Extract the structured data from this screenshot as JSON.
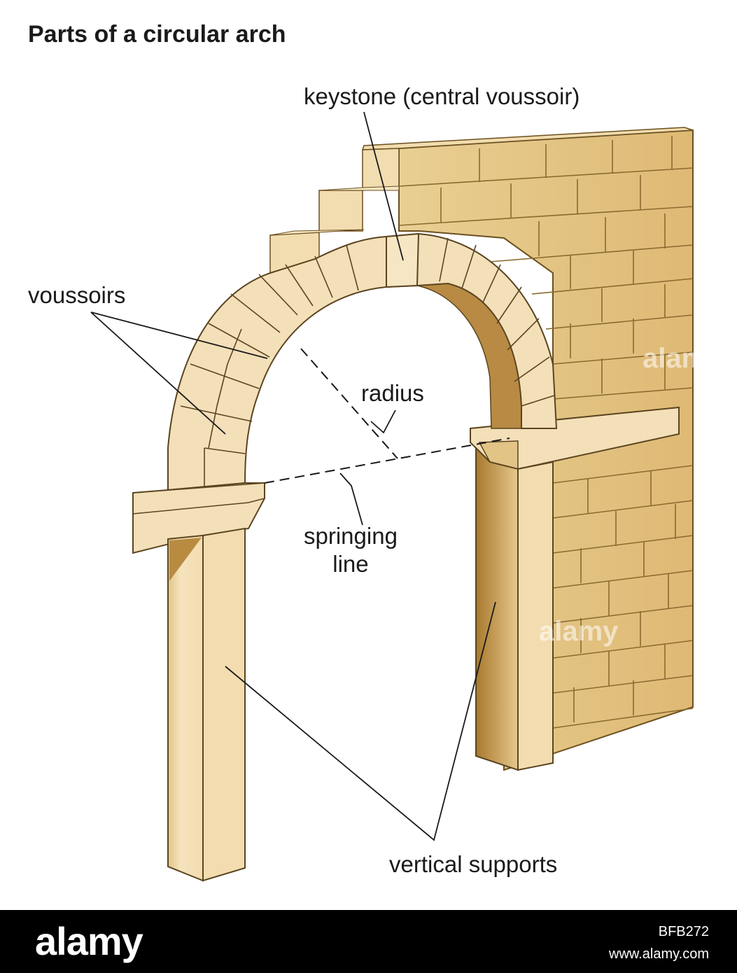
{
  "title": "Parts of a circular arch",
  "labels": {
    "keystone": "keystone (central voussoir)",
    "voussoirs": "voussoirs",
    "radius": "radius",
    "springing_line_1": "springing",
    "springing_line_2": "line",
    "vertical_supports": "vertical supports"
  },
  "watermark": "alamy",
  "footer": {
    "logo": "alamy",
    "image_id": "BFB272",
    "url": "www.alamy.com"
  },
  "colors": {
    "stone_light": "#f3dfb8",
    "stone_mid": "#e8cd98",
    "wall_face": "#e2c47e",
    "wall_mortar": "#8a6a2e",
    "shadow": "#b8893f",
    "outline": "#5a4520"
  }
}
